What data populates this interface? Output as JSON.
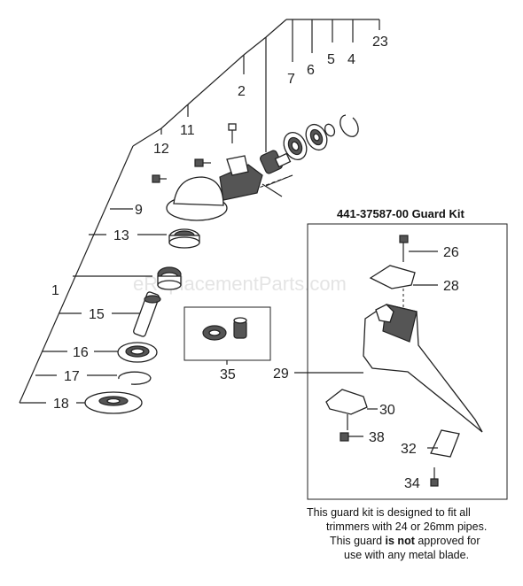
{
  "watermark": "eReplacementParts.com",
  "kit": {
    "title": "441-37587-00 Guard Kit",
    "note_lines": [
      "This guard kit is designed to fit all",
      "trimmers with 24 or 26mm pipes.",
      "This guard ",
      "is not",
      " approved for",
      "use with any metal blade."
    ]
  },
  "callouts": {
    "c1": "1",
    "c2": "2",
    "c4": "4",
    "c5": "5",
    "c6": "6",
    "c7": "7",
    "c9": "9",
    "c11": "11",
    "c12": "12",
    "c13": "13",
    "c15": "15",
    "c16": "16",
    "c17": "17",
    "c18": "18",
    "c23": "23",
    "c26": "26",
    "c28": "28",
    "c29": "29",
    "c30": "30",
    "c32": "32",
    "c34": "34",
    "c35": "35",
    "c38": "38"
  }
}
